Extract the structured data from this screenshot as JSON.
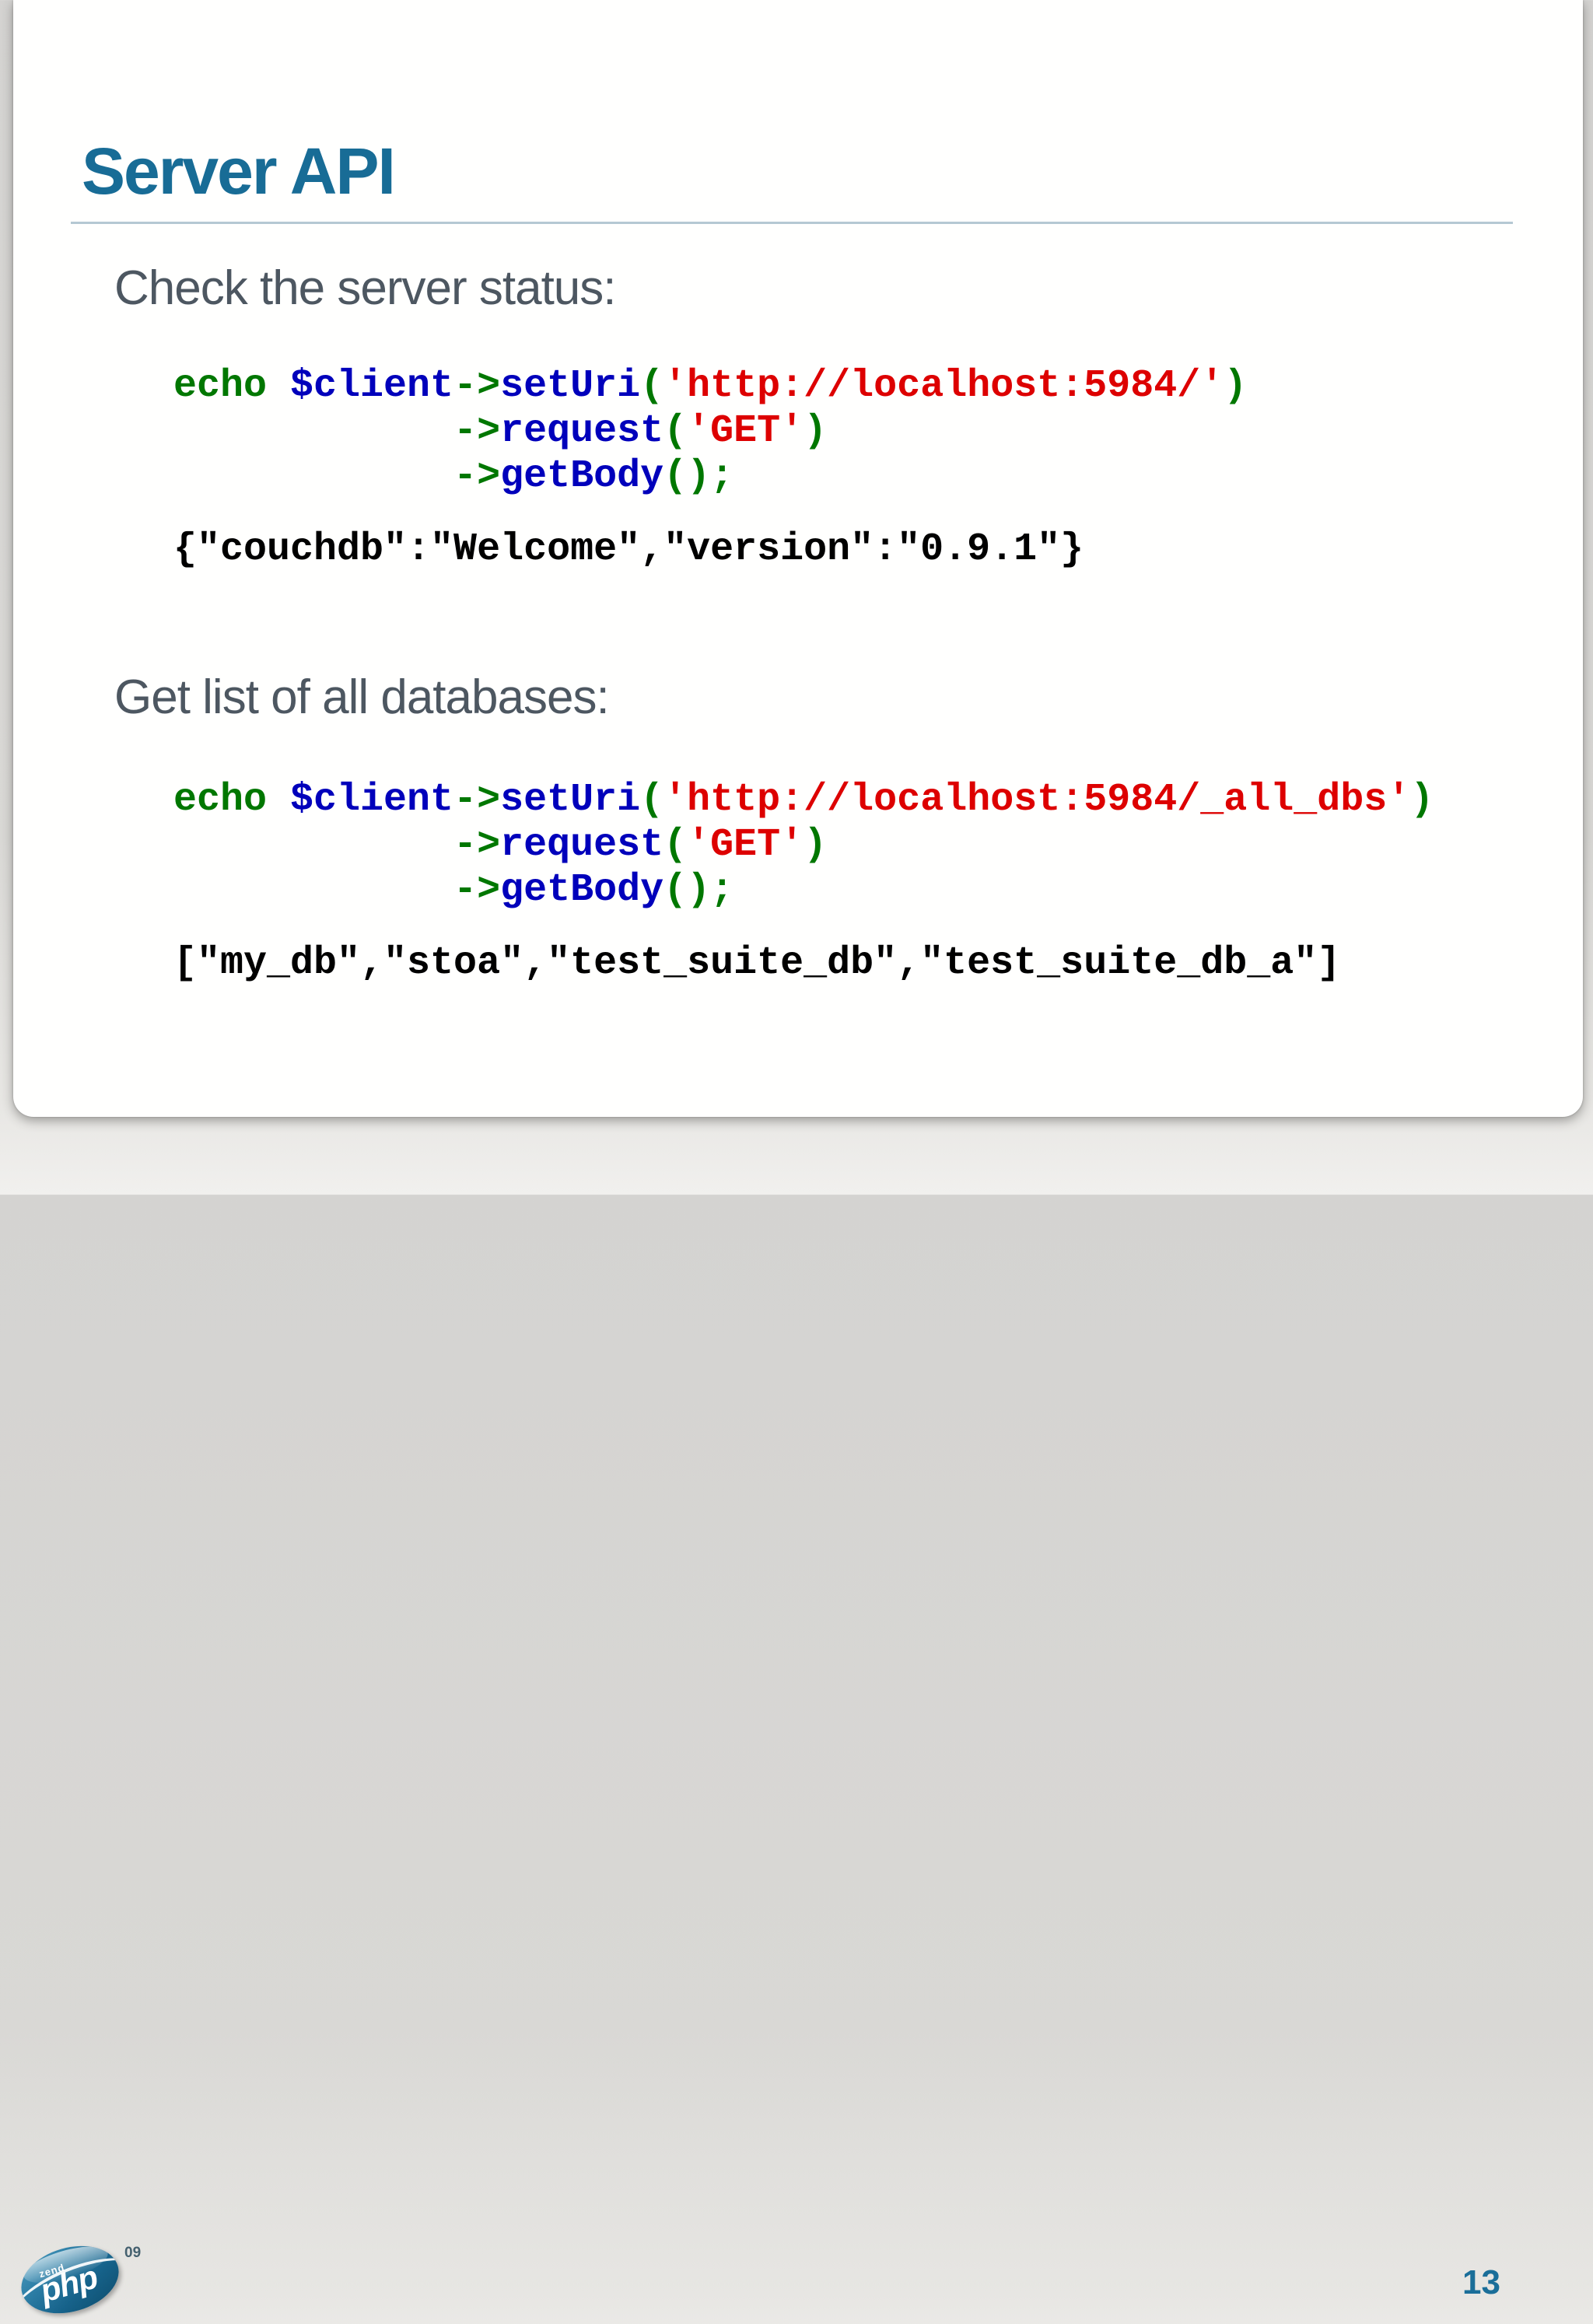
{
  "page": {
    "title": "Server API",
    "page_number": "13",
    "accent_color": "#186c96",
    "rule_color": "#b5c8d3",
    "heading_color": "#4d5761"
  },
  "code_colors": {
    "k": "#007700",
    "d": "#0000BB",
    "s": "#DD0000",
    "p": "#000000"
  },
  "sections": [
    {
      "heading": "Check the server status:",
      "code_lines": [
        [
          [
            "k",
            "echo "
          ],
          [
            "d",
            "$client"
          ],
          [
            "k",
            "->"
          ],
          [
            "d",
            "setUri"
          ],
          [
            "k",
            "("
          ],
          [
            "s",
            "'http://localhost:5984/'"
          ],
          [
            "k",
            ")"
          ]
        ],
        [
          [
            "p",
            "            "
          ],
          [
            "k",
            "->"
          ],
          [
            "d",
            "request"
          ],
          [
            "k",
            "("
          ],
          [
            "s",
            "'GET'"
          ],
          [
            "k",
            ")"
          ]
        ],
        [
          [
            "p",
            "            "
          ],
          [
            "k",
            "->"
          ],
          [
            "d",
            "getBody"
          ],
          [
            "k",
            "();"
          ]
        ]
      ],
      "result": "{\"couchdb\":\"Welcome\",\"version\":\"0.9.1\"}"
    },
    {
      "heading": "Get list of all databases:",
      "code_lines": [
        [
          [
            "k",
            "echo "
          ],
          [
            "d",
            "$client"
          ],
          [
            "k",
            "->"
          ],
          [
            "d",
            "setUri"
          ],
          [
            "k",
            "("
          ],
          [
            "s",
            "'http://localhost:5984/_all_dbs'"
          ],
          [
            "k",
            ")"
          ]
        ],
        [
          [
            "p",
            "            "
          ],
          [
            "k",
            "->"
          ],
          [
            "d",
            "request"
          ],
          [
            "k",
            "("
          ],
          [
            "s",
            "'GET'"
          ],
          [
            "k",
            ")"
          ]
        ],
        [
          [
            "p",
            "            "
          ],
          [
            "k",
            "->"
          ],
          [
            "d",
            "getBody"
          ],
          [
            "k",
            "();"
          ]
        ]
      ],
      "result": "[\"my_db\",\"stoa\",\"test_suite_db\",\"test_suite_db_a\"]"
    }
  ],
  "logo": {
    "prefix": "zend",
    "brand": "php",
    "year": "09"
  }
}
